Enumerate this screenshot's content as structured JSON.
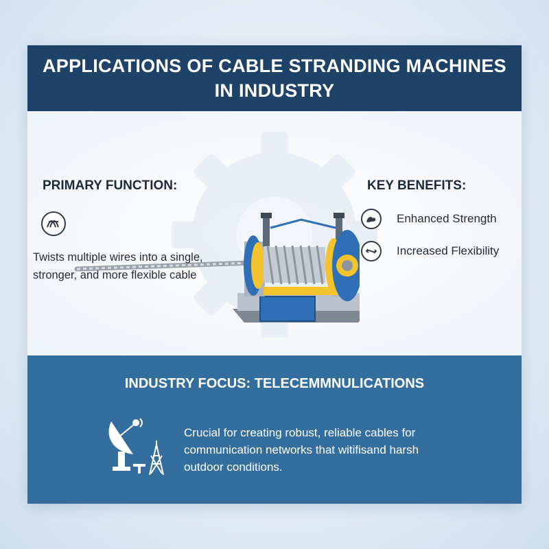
{
  "header": {
    "title_line1": "APPLICATIONS OF CABLE STRANDING MACHINES",
    "title_line2": "IN INDUSTRY"
  },
  "primary_function": {
    "title": "PRIMARY FUNCTION:",
    "icon": "twisted-wire-icon",
    "desc_line1": "Twists multiple wires into a single,",
    "desc_line2": "stronger, and more flexible cable"
  },
  "key_benefits": {
    "title": "KEY BENEFITS:",
    "items": [
      {
        "label": "Enhanced Strength",
        "icon": "flexed-arm-icon"
      },
      {
        "label": "Increased Flexibility",
        "icon": "bidirectional-arrows-icon"
      }
    ]
  },
  "industry_focus": {
    "title": "INDUSTRY FOCUS: TELECEMMNULICATIONS",
    "icon": "satellite-dish-tower-icon",
    "desc_line1": "Crucial for creating robust, reliable cables for",
    "desc_line2": "communication networks that witifisand harsh",
    "desc_line3": "outdoor conditions."
  },
  "colors": {
    "header_bg": "#1f4268",
    "bottom_bg": "#336e9e",
    "machine_blue": "#2f6fb5",
    "machine_yellow": "#f2c32c"
  }
}
